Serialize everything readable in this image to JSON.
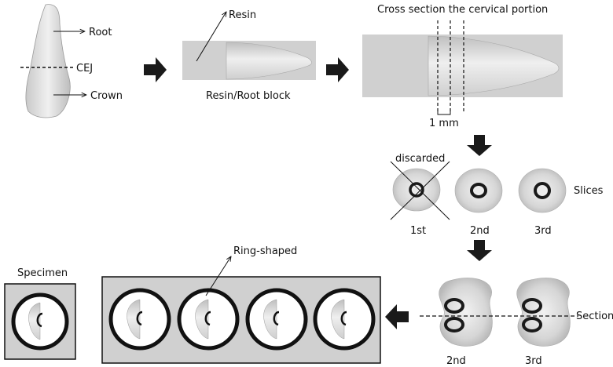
{
  "labels": {
    "root": "Root",
    "cej": "CEJ",
    "crown": "Crown",
    "resin": "Resin",
    "resin_root_block": "Resin/Root block",
    "cross_section": "Cross section the cervical portion",
    "one_mm": "1 mm",
    "discarded": "discarded",
    "slices": "Slices",
    "slice_1": "1st",
    "slice_2": "2nd",
    "slice_3": "3rd",
    "ring_shaped": "Ring-shaped",
    "specimen": "Specimen",
    "section": "Section",
    "section_2": "2nd",
    "section_3": "3rd"
  },
  "colors": {
    "resin_block": "#d0d0d0",
    "tooth": "#e2e2e2",
    "ink": "#1a1a1a"
  }
}
